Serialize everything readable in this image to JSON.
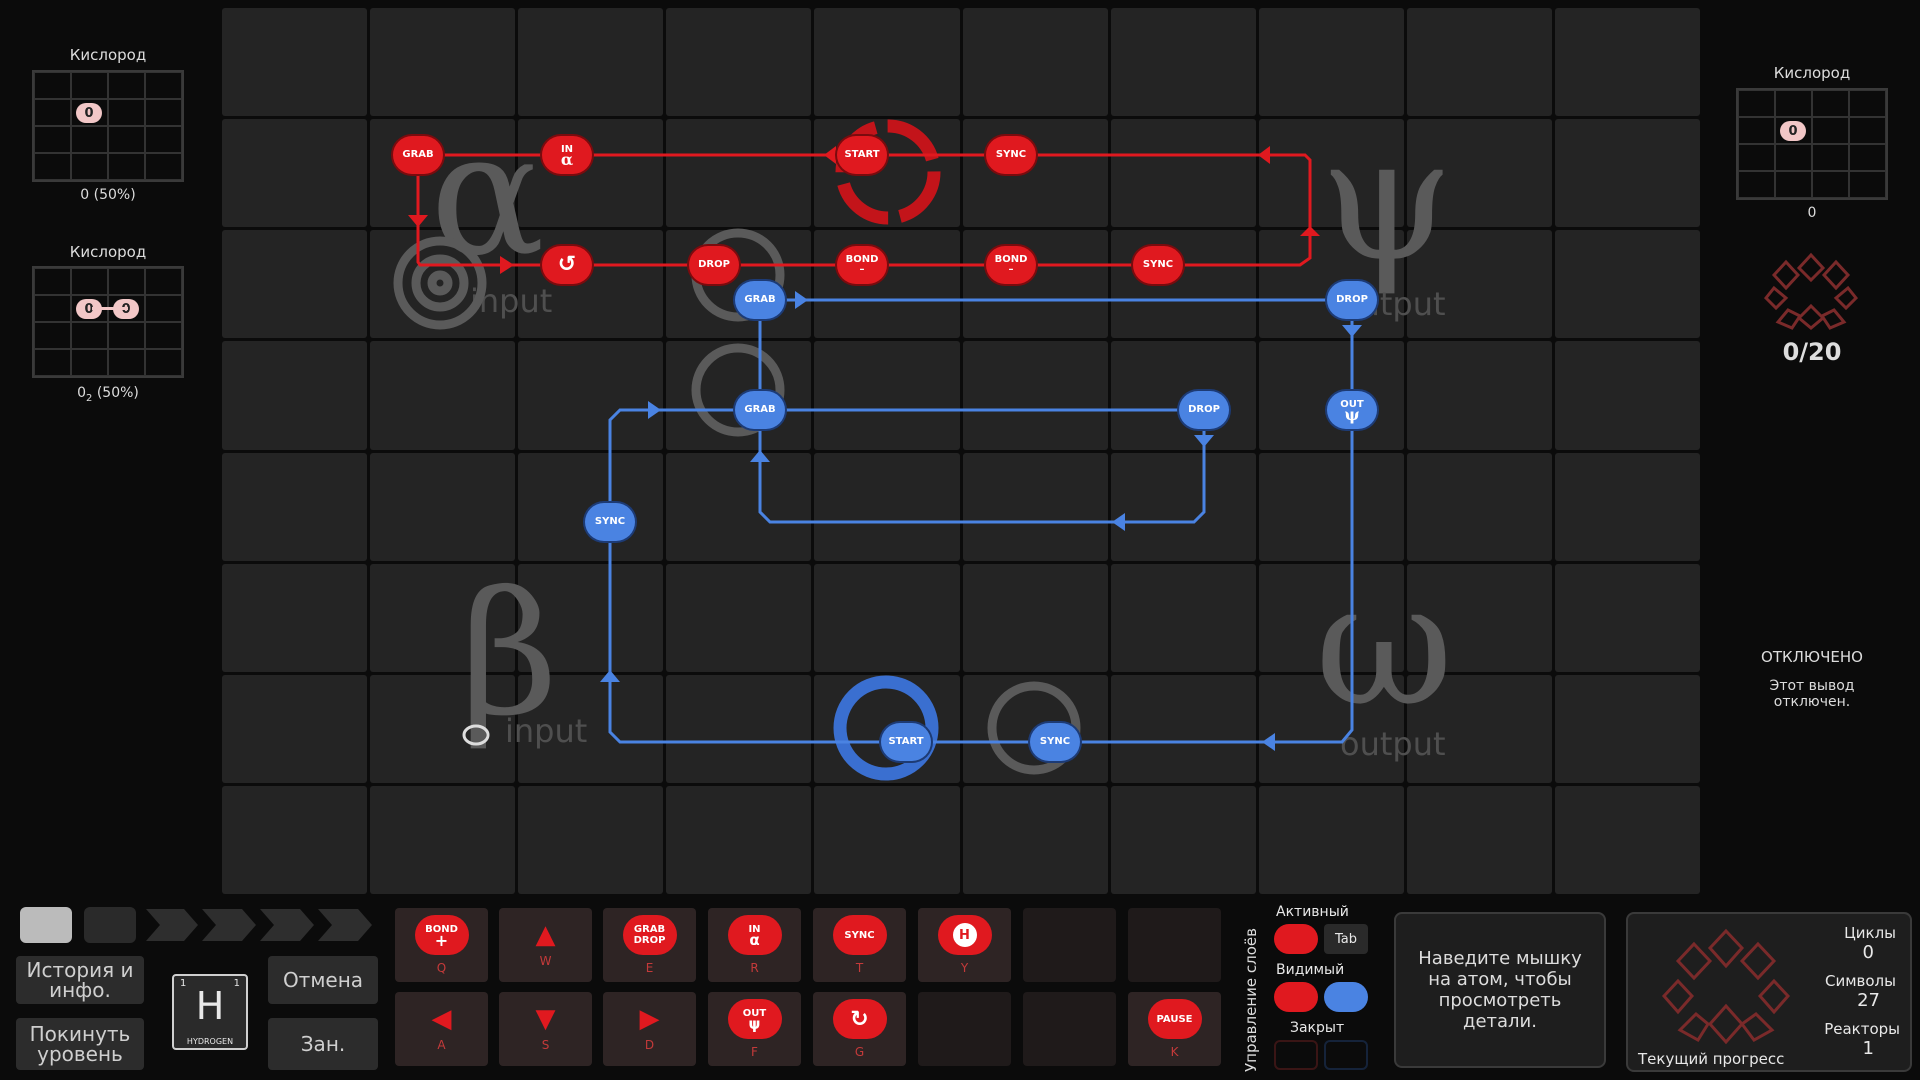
{
  "left_panel": {
    "input1": {
      "title": "Кислород",
      "atom": "0",
      "caption": "0 (50%)"
    },
    "input2": {
      "title": "Кислород",
      "atom1": "0",
      "atom2": "0",
      "caption_main": "0",
      "caption_sub": "2",
      "caption_tail": " (50%)"
    }
  },
  "right_panel": {
    "output_title": "Кислород",
    "atom": "0",
    "caption": "0",
    "progress": "0/20",
    "disabled_title": "ОТКЛЮЧЕНО",
    "disabled_text": "Этот вывод отключен."
  },
  "zones": {
    "alpha": {
      "letter": "α",
      "word": "input"
    },
    "psi": {
      "letter": "ψ",
      "word": "output"
    },
    "beta": {
      "letter": "β",
      "word": "input"
    },
    "omega": {
      "letter": "ω",
      "word": "output"
    }
  },
  "red_nodes": {
    "grab": "GRAB",
    "in_label": "IN",
    "in_sym": "α",
    "start": "START",
    "sync1": "SYNC",
    "drop": "DROP",
    "bond_label": "BOND",
    "bond_sign": "–",
    "sync2": "SYNC"
  },
  "blue_nodes": {
    "grab1": "GRAB",
    "drop1": "DROP",
    "grab2": "GRAB",
    "drop2": "DROP",
    "out_label": "OUT",
    "out_sym": "ψ",
    "sync_left": "SYNC",
    "start": "START",
    "sync_bottom": "SYNC"
  },
  "bottom_left": {
    "history": "История и инфо.",
    "leave": "Покинуть уровень",
    "element_symbol": "H",
    "element_name": "HYDROGEN",
    "element_num_left": "1",
    "element_num_right": "1",
    "undo": "Отмена",
    "occupy": "Зан."
  },
  "tools": {
    "bond_plus": {
      "l1": "BOND",
      "l2": "+",
      "key": "Q"
    },
    "up": {
      "key": "W"
    },
    "grab_drop": {
      "l1": "GRAB",
      "l2": "DROP",
      "key": "E"
    },
    "in_alpha": {
      "l1": "IN",
      "l2": "α",
      "key": "R"
    },
    "sync": {
      "l1": "SYNC",
      "key": "T"
    },
    "sensor": {
      "l1": "H",
      "key": "Y"
    },
    "left": {
      "key": "A"
    },
    "down": {
      "key": "S"
    },
    "right": {
      "key": "D"
    },
    "out_psi": {
      "l1": "OUT",
      "l2": "ψ",
      "key": "F"
    },
    "rotate": {
      "key": "G"
    },
    "pause": {
      "l1": "PAUSE",
      "key": "K"
    }
  },
  "layers": {
    "vertical_title": "Управление слоёв",
    "active": "Активный",
    "tab": "Tab",
    "visible": "Видимый",
    "locked": "Закрыт"
  },
  "hint": "Наведите мышку на атом, чтобы просмотреть детали.",
  "stats": {
    "cycles_label": "Циклы",
    "cycles": "0",
    "symbols_label": "Символы",
    "symbols": "27",
    "reactors_label": "Реакторы",
    "reactors": "1",
    "progress_label": "Текущий прогресс"
  },
  "colors": {
    "red": "#e0191f",
    "blue": "#4a83e2"
  }
}
